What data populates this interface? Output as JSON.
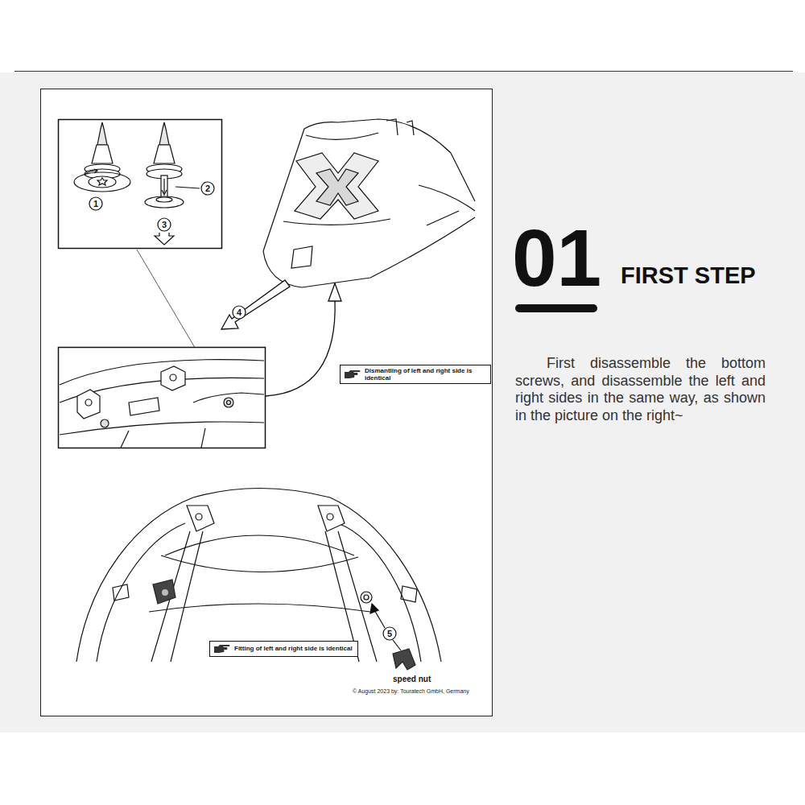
{
  "diagram": {
    "title": "FIRST STEP",
    "nodes": [
      {
        "text": [
          "Dismantling of left and right side is identical"
        ]
      },
      {
        "text": [
          "Fitting of left and right side is identical"
        ]
      }
    ],
    "labels": [
      "01",
      "1",
      "2",
      "3",
      "4",
      "5",
      "speed nut",
      "© August 2023 by: Touratech GmbH, Germany",
      "First disassemble the bottom screws, and disassemble the left and right sides in the same way, as shown in the picture on the right~"
    ]
  }
}
